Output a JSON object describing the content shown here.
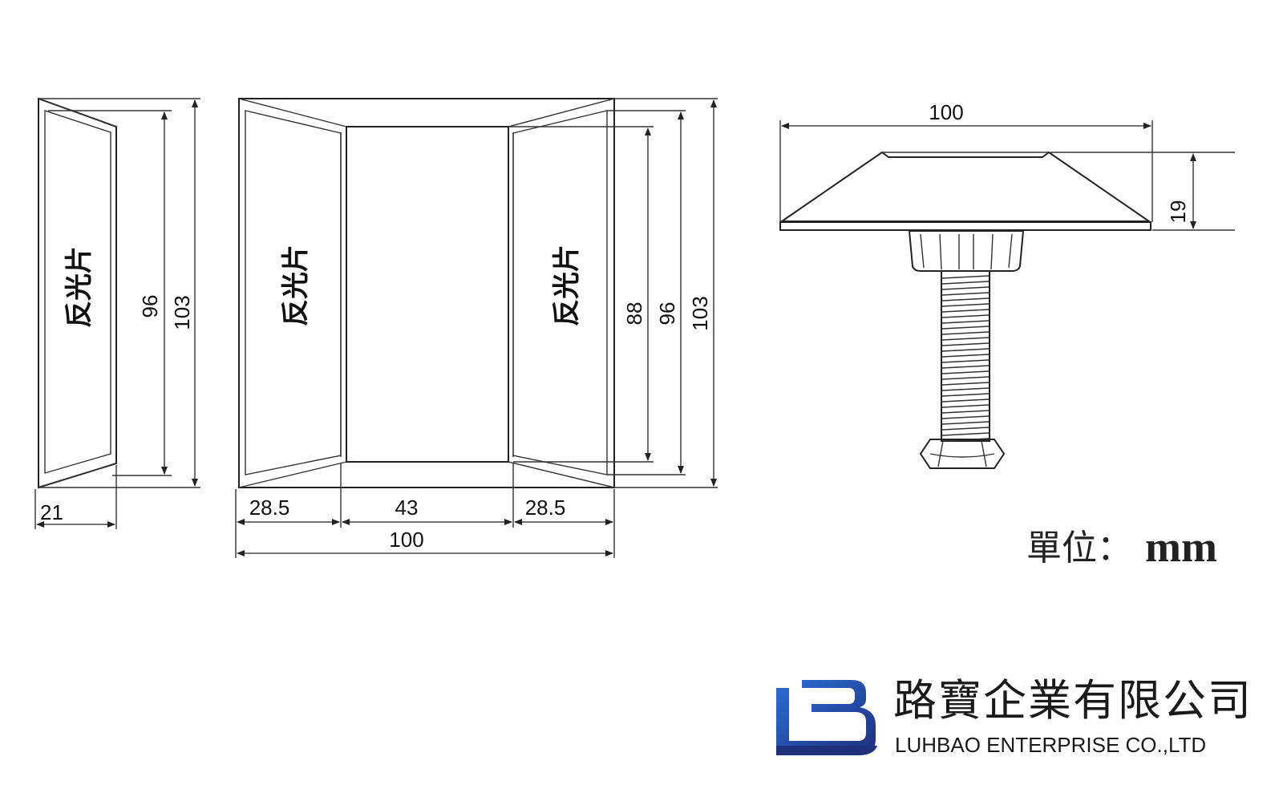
{
  "drawing": {
    "reflector_label": "反光片",
    "side_view": {
      "width": "21",
      "inner_height": "96",
      "outer_height": "103"
    },
    "front_view": {
      "left_width": "28.5",
      "center_width": "43",
      "right_width": "28.5",
      "total_width": "100",
      "inner_height": "88",
      "mid_height": "96",
      "outer_height": "103"
    },
    "profile_view": {
      "width": "100",
      "height": "19"
    },
    "unit": {
      "label": "單位：",
      "value": "mm"
    }
  },
  "company": {
    "name_cn": "路寶企業有限公司",
    "name_en": "LUHBAO ENTERPRISE CO.,LTD",
    "colors": {
      "logo_dark": "#1f2f7a",
      "logo_light": "#2b6fd6"
    }
  }
}
